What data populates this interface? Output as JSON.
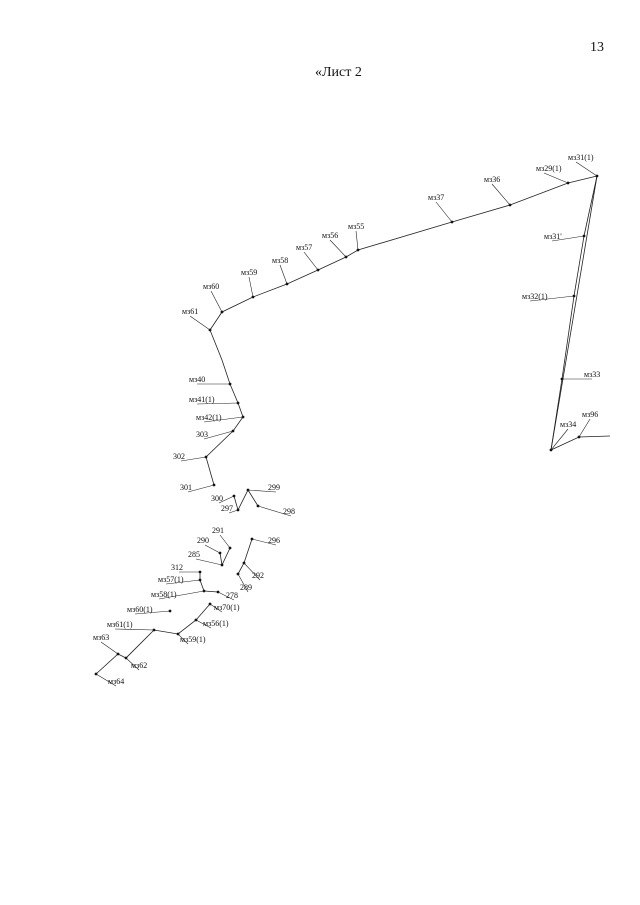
{
  "header": {
    "page_number": "13",
    "sheet_title": "«Лист 2"
  },
  "plan": {
    "line_color": "#222222",
    "stations": [
      "мз31(1)",
      "мз29(1)",
      "мз36",
      "мз37",
      "мз55",
      "мз56",
      "мз57",
      "мз58",
      "мз59",
      "мз60",
      "мз61",
      "мз31'",
      "мз32(1)",
      "мз33",
      "мз34",
      "мз96",
      "мз40",
      "мз41(1)",
      "мз42(1)",
      "303",
      "302",
      "301",
      "299",
      "300",
      "297",
      "298",
      "296",
      "291",
      "290",
      "292",
      "285",
      "289",
      "312",
      "278",
      "мз57(1)",
      "мз58(1)",
      "мз70(1)",
      "мз60(1)",
      "мз56(1)",
      "мз61(1)",
      "мз59(1)",
      "мз63",
      "мз62",
      "мз64"
    ]
  }
}
